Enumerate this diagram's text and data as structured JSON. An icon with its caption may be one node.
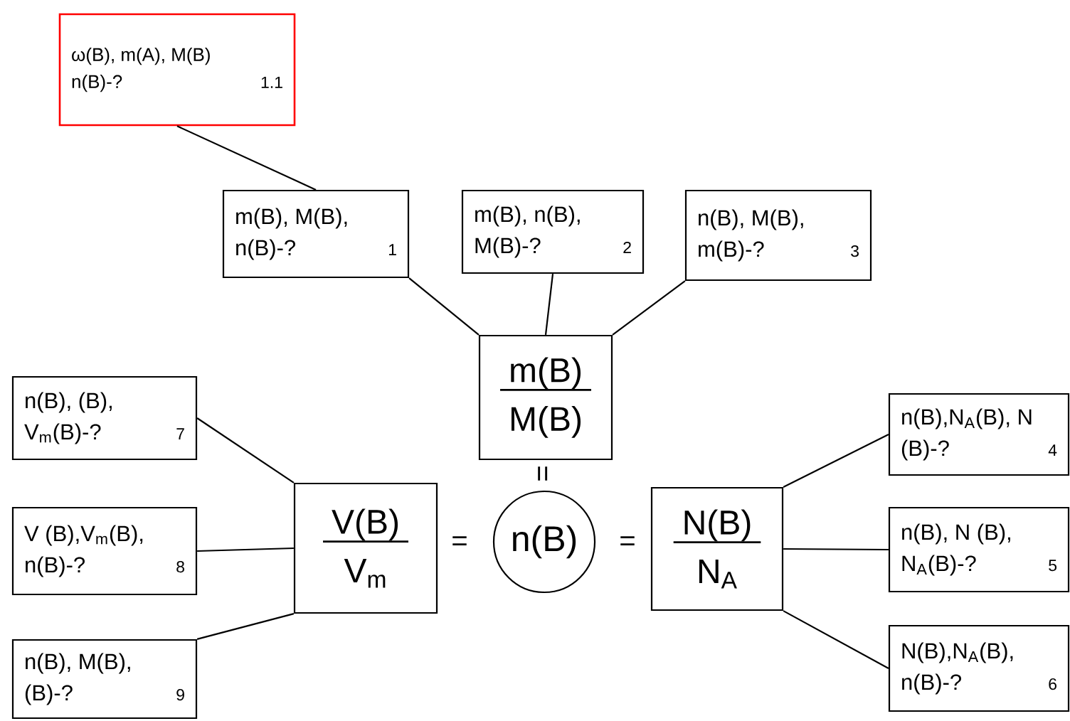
{
  "diagram": {
    "nodes": [
      {
        "text": [
          "ω(B), m(A), M(B) n(B)-?",
          "1.1"
        ]
      },
      {
        "text": [
          "m(B), M(B), n(B)-?",
          "1"
        ]
      },
      {
        "text": [
          "m(B), n(B), M(B)-?",
          "2"
        ]
      },
      {
        "text": [
          "n(B), M(B), m(B)-?",
          "3"
        ]
      },
      {
        "text": [
          "m(B)",
          "M(B)"
        ]
      },
      {
        "text": [
          "n(B), (B), V$_{m}$(B)-?",
          "7"
        ]
      },
      {
        "text": [
          "V (B),V$_{m}$(B), n(B)-?",
          "8"
        ]
      },
      {
        "text": [
          "n(B), M(B), (B)-?",
          "9"
        ]
      },
      {
        "text": [
          "V(B)",
          "V$_{m}$"
        ]
      },
      {
        "text": [
          "n(B)"
        ]
      },
      {
        "text": [
          "N(B)",
          "N$_{A}$"
        ]
      },
      {
        "text": [
          "n(B),N$_{A}$(B), N (B)-?",
          "4"
        ]
      },
      {
        "text": [
          "n(B), N (B), N$_{A}$(B)-?",
          "5"
        ]
      },
      {
        "text": [
          "N(B),N$_{A}$(B), n(B)-?",
          "6"
        ]
      }
    ],
    "edges": [
      {
        "from": 0,
        "to": 1,
        "arrow": "none"
      },
      {
        "from": 1,
        "to": 4,
        "arrow": "none"
      },
      {
        "from": 2,
        "to": 4,
        "arrow": "none"
      },
      {
        "from": 3,
        "to": 4,
        "arrow": "none"
      },
      {
        "from": 5,
        "to": 8,
        "arrow": "none"
      },
      {
        "from": 6,
        "to": 8,
        "arrow": "none"
      },
      {
        "from": 7,
        "to": 8,
        "arrow": "none"
      },
      {
        "from": 10,
        "to": 11,
        "arrow": "none"
      },
      {
        "from": 10,
        "to": 12,
        "arrow": "none"
      },
      {
        "from": 10,
        "to": 13,
        "arrow": "none"
      }
    ],
    "labels": [
      "=",
      "=",
      "="
    ]
  }
}
